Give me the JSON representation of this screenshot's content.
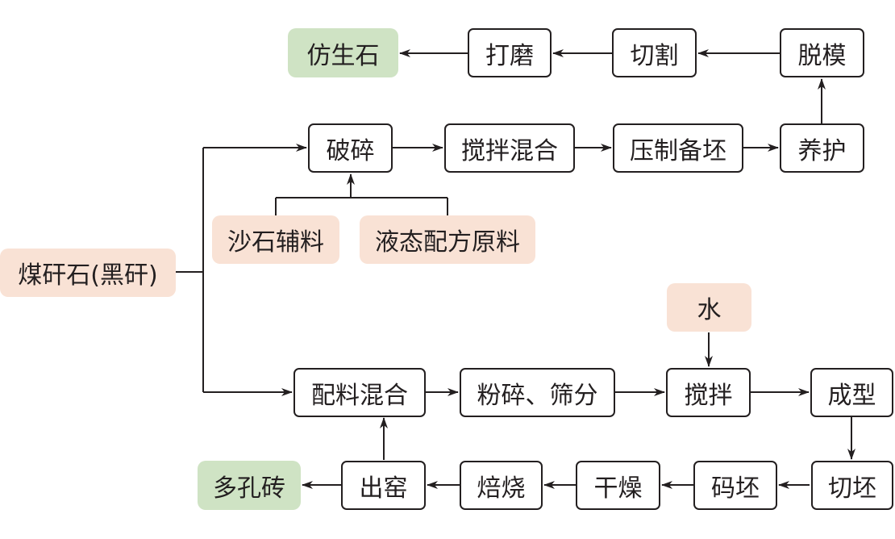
{
  "diagram": {
    "source": "煤矸石(黑矸)",
    "upper_route": {
      "inputs": [
        "沙石辅料",
        "液态配方原料"
      ],
      "steps": [
        "破碎",
        "搅拌混合",
        "压制备坯",
        "养护",
        "脱模",
        "切割",
        "打磨"
      ],
      "product": "仿生石"
    },
    "lower_route": {
      "input": "水",
      "steps": [
        "配料混合",
        "粉碎、筛分",
        "搅拌",
        "成型",
        "切坯",
        "码坯",
        "干燥",
        "焙烧",
        "出窑"
      ],
      "product": "多孔砖"
    },
    "colors": {
      "raw_material_fill": "#f9e2d5",
      "product_fill": "#cfe3c4",
      "line": "#231f20"
    }
  }
}
